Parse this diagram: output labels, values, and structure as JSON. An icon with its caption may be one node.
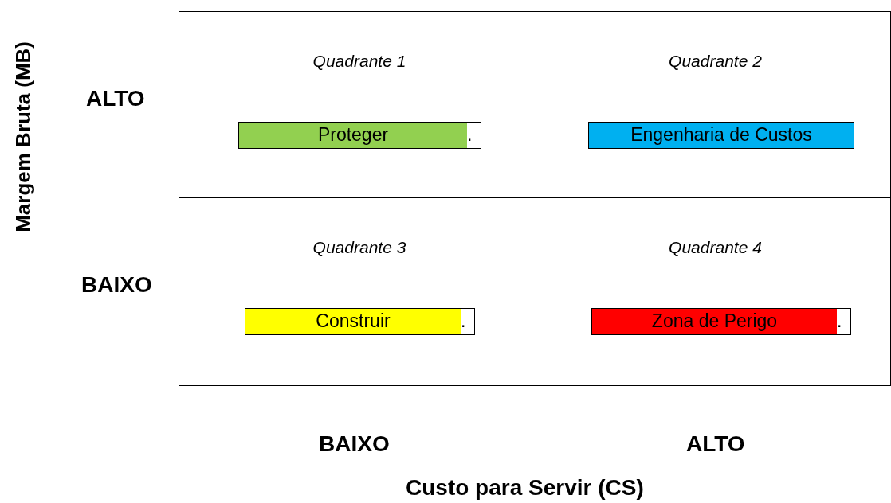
{
  "diagram": {
    "nodes": [
      {
        "text": [
          "Quadrante 1"
        ]
      },
      {
        "text": [
          "Proteger",
          "."
        ],
        "in": 0
      },
      {
        "text": [
          "Quadrante 2"
        ]
      },
      {
        "text": [
          "Engenharia de Custos"
        ],
        "in": 2
      },
      {
        "text": [
          "Quadrante 3"
        ]
      },
      {
        "text": [
          "Construir",
          "."
        ],
        "in": 4
      },
      {
        "text": [
          "Quadrante 4"
        ]
      },
      {
        "text": [
          "Zona de Perigo",
          "."
        ],
        "in": 6
      }
    ],
    "edges": [],
    "labels": [
      "Margem Bruta (MB)",
      "ALTO",
      "BAIXO",
      "BAIXO",
      "ALTO",
      "Custo para Servir (CS)"
    ]
  }
}
